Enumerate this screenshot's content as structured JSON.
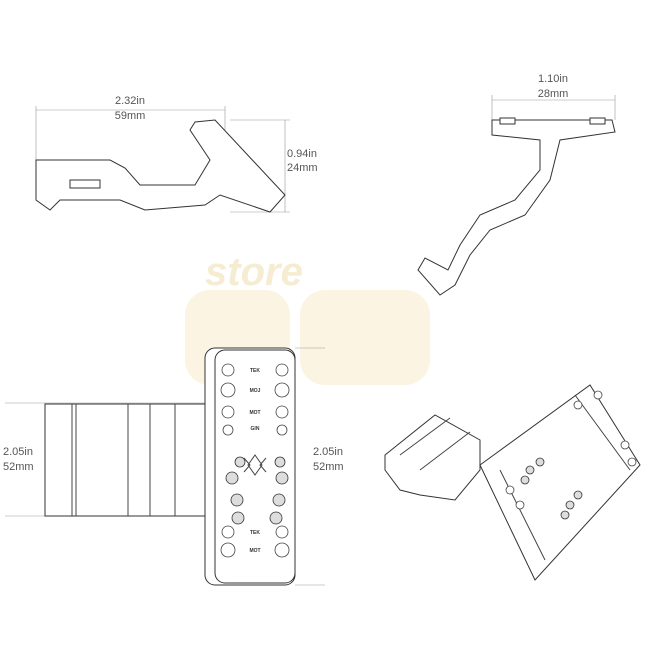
{
  "watermark": {
    "text": "store",
    "color": "#f6ecd2"
  },
  "views": {
    "side": {
      "width_label_in": "2.32in",
      "width_label_mm": "59mm",
      "height_label_in": "0.94in",
      "height_label_mm": "24mm"
    },
    "iso_top": {
      "width_label_in": "1.10in",
      "width_label_mm": "28mm"
    },
    "front": {
      "left_label_in": "2.05in",
      "left_label_mm": "52mm",
      "right_label_in": "2.05in",
      "right_label_mm": "52mm"
    },
    "plate_labels": [
      "TEK",
      "MOJ",
      "MOT",
      "GIN",
      "TEK",
      "MOT"
    ]
  }
}
